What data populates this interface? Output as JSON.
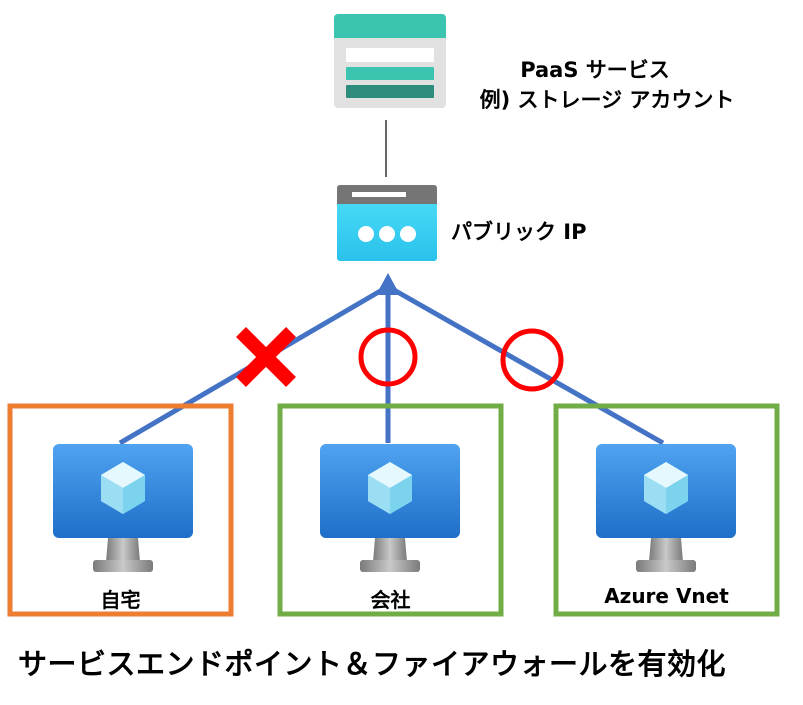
{
  "paas": {
    "line1": "PaaS サービス",
    "line2": "例) ストレージ アカウント",
    "icon": "storage-account-icon"
  },
  "public_ip": {
    "label": "パブリック IP",
    "icon": "public-ip-icon"
  },
  "clients": [
    {
      "label": "自宅",
      "icon": "virtual-machine-icon",
      "border_color": "#ED7D31",
      "status": "denied"
    },
    {
      "label": "会社",
      "icon": "virtual-machine-icon",
      "border_color": "#70AD47",
      "status": "allowed"
    },
    {
      "label": "Azure Vnet",
      "icon": "virtual-machine-icon",
      "border_color": "#70AD47",
      "status": "allowed"
    }
  ],
  "colors": {
    "arrow": "#4472C4",
    "mark": "#FF0000",
    "teal": "#3BC4B0"
  },
  "title": "サービスエンドポイント＆ファイアウォールを有効化"
}
